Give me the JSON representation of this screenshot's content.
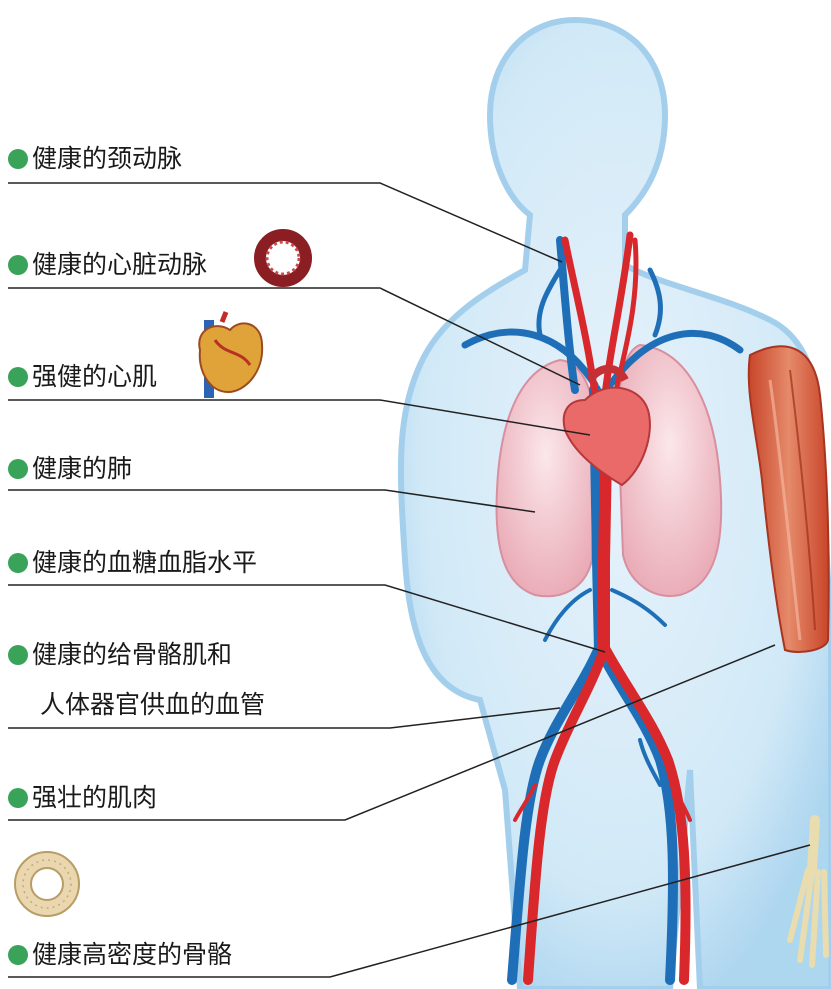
{
  "colors": {
    "dot": "#3aa35a",
    "body": "#cfe8f7",
    "artery": "#d8282c",
    "vein": "#1f6fb8",
    "lung": "#f1c6cf",
    "muscle": "#d85a3c",
    "leader": "#222222"
  },
  "labels": [
    {
      "id": "carotid",
      "text": "健康的颈动脉"
    },
    {
      "id": "coronary",
      "text": "健康的心脏动脉"
    },
    {
      "id": "myocardium",
      "text": "强健的心肌"
    },
    {
      "id": "lung",
      "text": "健康的肺"
    },
    {
      "id": "sugar-lipid",
      "text": "健康的血糖血脂水平"
    },
    {
      "id": "vessels-1",
      "text": "健康的给骨骼肌和"
    },
    {
      "id": "vessels-2",
      "text": "人体器官供血的血管"
    },
    {
      "id": "muscle",
      "text": "强壮的肌肉"
    },
    {
      "id": "bone",
      "text": "健康高密度的骨骼"
    }
  ],
  "icons": {
    "artery_ring": "artery-cross-section-icon",
    "heart": "heart-icon",
    "bone_ring": "bone-cross-section-icon"
  }
}
